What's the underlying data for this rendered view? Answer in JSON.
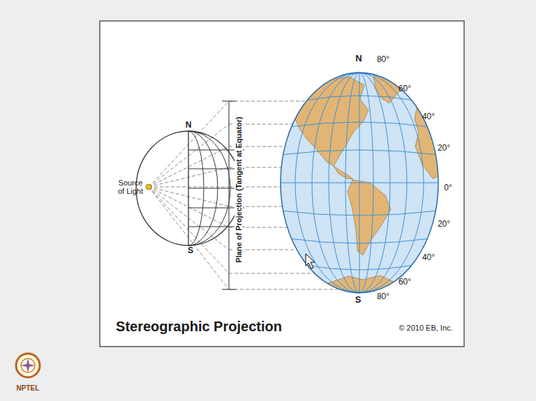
{
  "diagram": {
    "title": "Stereographic Projection",
    "labels": [
      "N",
      "Source of Light",
      "S",
      "Plane of Projection (Tangent at Equator)",
      "N",
      "80°",
      "60°",
      "40°",
      "20°",
      "0°",
      "20°",
      "40°",
      "60°",
      "S",
      "80°",
      "© 2010 EB, Inc.",
      "NPTEL"
    ]
  }
}
